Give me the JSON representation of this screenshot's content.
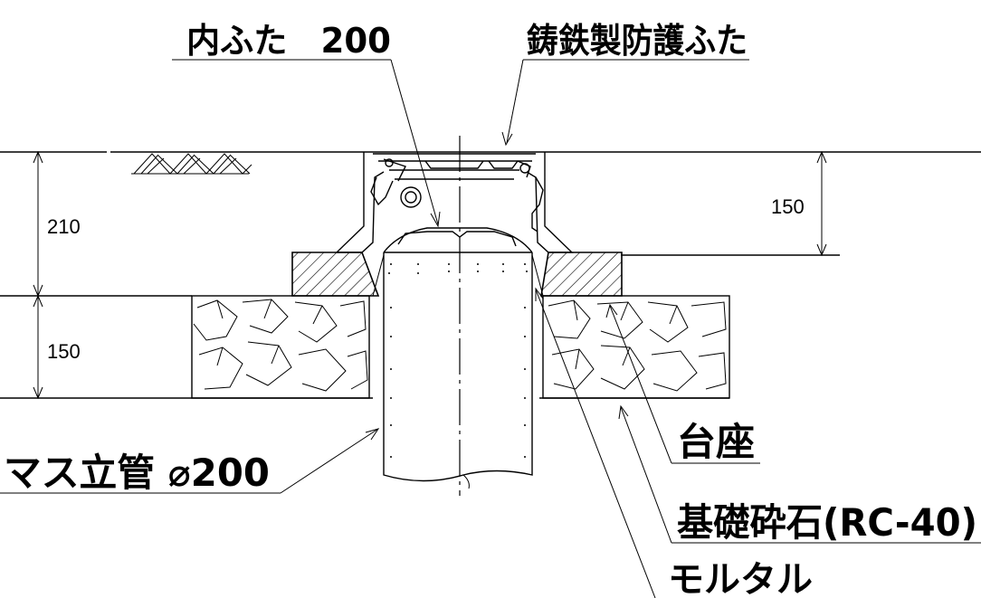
{
  "labels": {
    "inner_cover": "内ふた　200",
    "cast_iron_cover": "鋳鉄製防護ふた",
    "base_seat": "台座",
    "base_gravel": "基礎砕石(RC-40)",
    "mortar": "モルタル",
    "riser_pipe": "マス立管 ⌀200"
  },
  "dimensions": {
    "upper_left": "210",
    "lower_left": "150",
    "upper_right": "150"
  }
}
